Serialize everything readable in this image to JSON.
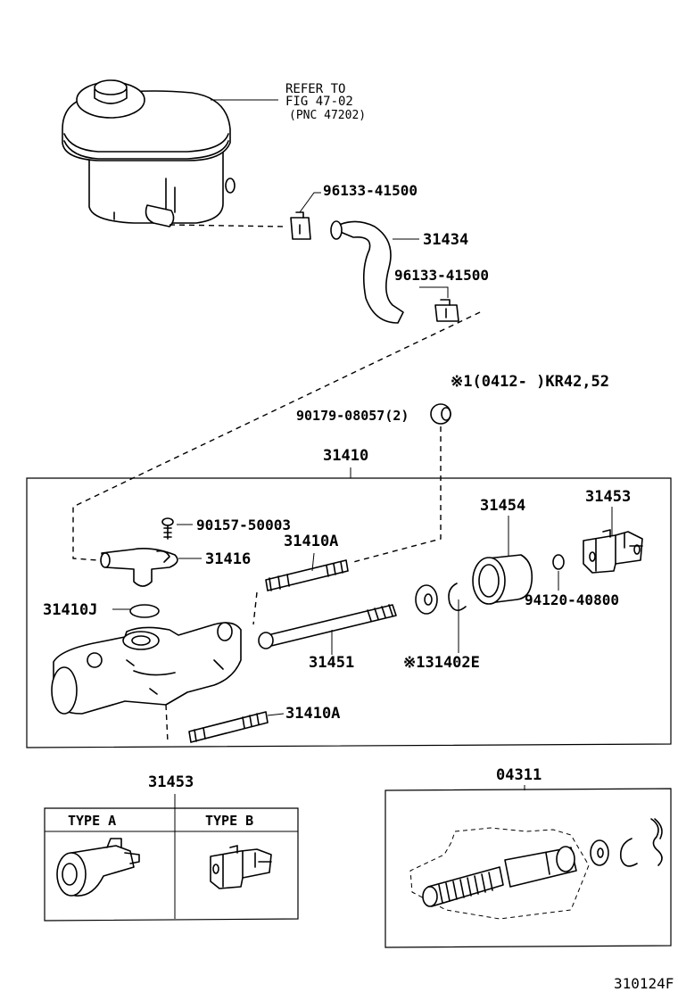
{
  "diagram": {
    "refer_note": [
      "REFER TO",
      "FIG 47-02",
      "(PNC 47202)"
    ],
    "parts": {
      "clip_upper": "96133-41500",
      "hose": "31434",
      "clip_lower": "96133-41500",
      "note_1": "※1(0412-      )KR42,52",
      "grommet": "90179-08057(2)",
      "assembly": "31410",
      "screw": "90157-50003",
      "connector": "31416",
      "stud_upper": "31410A",
      "oring": "31410J",
      "rod": "31451",
      "stud_lower": "31410A",
      "piston": "31454",
      "bracket": "31453",
      "ring_small": "94120-40800",
      "seal_kit": "※131402E"
    },
    "type_table": {
      "title": "31453",
      "col_a": "TYPE A",
      "col_b": "TYPE B"
    },
    "kit": {
      "title": "04311"
    },
    "figure_id": "310124F"
  }
}
